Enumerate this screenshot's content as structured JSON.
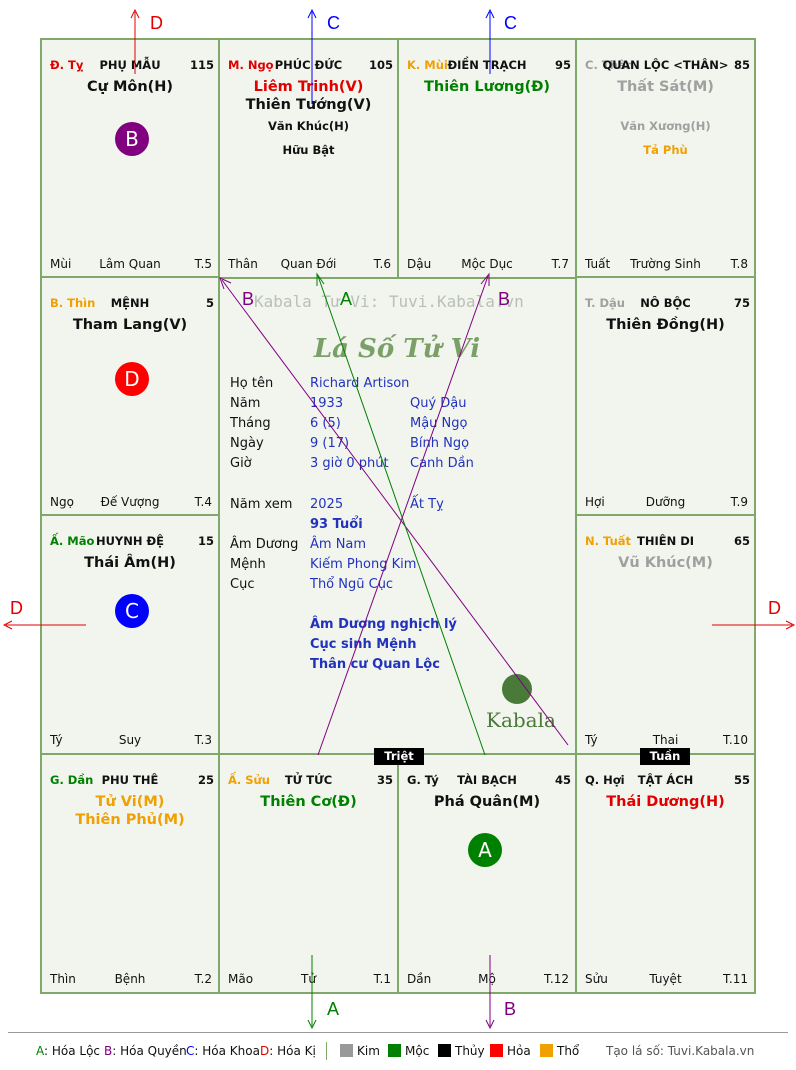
{
  "cells": {
    "ty": {
      "can": "Đ. Tỵ",
      "can_color": "#e00000",
      "name": "PHỤ MẪU",
      "num": "115",
      "stars": [
        {
          "t": "Cự Môn(H)",
          "c": "#111111"
        }
      ],
      "minor": [],
      "bl": "Mùi",
      "bc": "Lâm Quan",
      "br": "T.5",
      "badge": {
        "t": "B",
        "c": "#800080"
      }
    },
    "ngo": {
      "can": "M. Ngọ",
      "can_color": "#e00000",
      "name": "PHÚC ĐỨC",
      "num": "105",
      "stars": [
        {
          "t": "Liêm Trinh(V)",
          "c": "#e00000"
        },
        {
          "t": "Thiên Tướng(V)",
          "c": "#111111"
        }
      ],
      "minor": [
        {
          "t": "Văn Khúc(H)",
          "c": "#111111"
        },
        {
          "t": "Hữu Bật",
          "c": "#111111"
        }
      ],
      "bl": "Thân",
      "bc": "Quan Đới",
      "br": "T.6"
    },
    "mui": {
      "can": "K. Mùi",
      "can_color": "#f0a000",
      "name": "ĐIỀN TRẠCH",
      "num": "95",
      "stars": [
        {
          "t": "Thiên Lương(Đ)",
          "c": "#008000"
        }
      ],
      "minor": [],
      "bl": "Dậu",
      "bc": "Mộc Dục",
      "br": "T.7"
    },
    "than": {
      "can": "C. Thân",
      "can_color": "#a0a0a0",
      "name": "QUAN LỘC <THÂN>",
      "num": "85",
      "stars": [
        {
          "t": "Thất Sát(M)",
          "c": "#a0a0a0"
        }
      ],
      "minor": [
        {
          "t": "Văn Xương(H)",
          "c": "#a0a0a0"
        },
        {
          "t": "Tả Phù",
          "c": "#f0a000"
        }
      ],
      "bl": "Tuất",
      "bc": "Trường Sinh",
      "br": "T.8"
    },
    "thin": {
      "can": "B. Thìn",
      "can_color": "#f0a000",
      "name": "MỆNH",
      "num": "5",
      "stars": [
        {
          "t": "Tham Lang(V)",
          "c": "#111111"
        }
      ],
      "minor": [],
      "bl": "Ngọ",
      "bc": "Đế Vượng",
      "br": "T.4",
      "badge": {
        "t": "D",
        "c": "#ff0000"
      }
    },
    "dau": {
      "can": "T. Dậu",
      "can_color": "#a0a0a0",
      "name": "NÔ BỘC",
      "num": "75",
      "stars": [
        {
          "t": "Thiên Đồng(H)",
          "c": "#111111"
        }
      ],
      "minor": [],
      "bl": "Hợi",
      "bc": "Dưỡng",
      "br": "T.9"
    },
    "mao": {
      "can": "Ấ. Mão",
      "can_color": "#008000",
      "name": "HUYNH ĐỆ",
      "num": "15",
      "stars": [
        {
          "t": "Thái Âm(H)",
          "c": "#111111"
        }
      ],
      "minor": [],
      "bl": "Tý",
      "bc": "Suy",
      "br": "T.3",
      "badge": {
        "t": "C",
        "c": "#0000ff"
      }
    },
    "tuat": {
      "can": "N. Tuất",
      "can_color": "#f0a000",
      "name": "THIÊN DI",
      "num": "65",
      "stars": [
        {
          "t": "Vũ Khúc(M)",
          "c": "#a0a0a0"
        }
      ],
      "minor": [],
      "bl": "Tý",
      "bc": "Thai",
      "br": "T.10"
    },
    "dan": {
      "can": "G. Dần",
      "can_color": "#008000",
      "name": "PHU THÊ",
      "num": "25",
      "stars": [
        {
          "t": "Tử Vi(M)",
          "c": "#f0a000"
        },
        {
          "t": "Thiên Phủ(M)",
          "c": "#f0a000"
        }
      ],
      "minor": [],
      "bl": "Thìn",
      "bc": "Bệnh",
      "br": "T.2"
    },
    "suu": {
      "can": "Ấ. Sửu",
      "can_color": "#f0a000",
      "name": "TỬ TỨC",
      "num": "35",
      "stars": [
        {
          "t": "Thiên Cơ(Đ)",
          "c": "#008000"
        }
      ],
      "minor": [],
      "bl": "Mão",
      "bc": "Tử",
      "br": "T.1"
    },
    "tyR": {
      "can": "G. Tý",
      "can_color": "#111111",
      "name": "TÀI BẠCH",
      "num": "45",
      "stars": [
        {
          "t": "Phá Quân(M)",
          "c": "#111111"
        }
      ],
      "minor": [],
      "bl": "Dần",
      "bc": "Mộ",
      "br": "T.12",
      "badge": {
        "t": "A",
        "c": "#008000"
      }
    },
    "hoi": {
      "can": "Q. Hợi",
      "can_color": "#111111",
      "name": "TẬT ÁCH",
      "num": "55",
      "stars": [
        {
          "t": "Thái Dương(H)",
          "c": "#e00000"
        }
      ],
      "minor": [],
      "bl": "Sửu",
      "bc": "Tuyệt",
      "br": "T.11"
    }
  },
  "center": {
    "watermark": "Kabala Tử Vi: Tuvi.Kabala.vn",
    "title": "Lá Số Tử Vi",
    "rows": [
      {
        "l": "Họ tên",
        "v": "Richard Artison",
        "v2": ""
      },
      {
        "l": "Năm",
        "v": "1933",
        "v2": "Quý Dậu"
      },
      {
        "l": "Tháng",
        "v": "6  (5)",
        "v2": "Mậu Ngọ"
      },
      {
        "l": "Ngày",
        "v": "9  (17)",
        "v2": "Bính Ngọ"
      },
      {
        "l": "Giờ",
        "v": "3 giờ 0 phút",
        "v2": "Canh Dần"
      }
    ],
    "rows2": [
      {
        "l": "Năm xem",
        "v": "2025",
        "v2": "Ất Tỵ"
      },
      {
        "l": "",
        "v": "93 Tuổi",
        "v2": ""
      },
      {
        "l": "Âm Dương",
        "v": "Âm Nam",
        "v2": ""
      },
      {
        "l": "Mệnh",
        "v": "Kiếm Phong Kim",
        "v2": ""
      },
      {
        "l": "Cục",
        "v": "Thổ Ngũ Cục",
        "v2": ""
      }
    ],
    "notes": [
      "Âm Dương nghịch lý",
      "Cục sinh Mệnh",
      "Thân cư Quan Lộc"
    ],
    "logo": "Kabala"
  },
  "tags": {
    "triet": "Triệt",
    "tuan": "Tuần"
  },
  "arrows": {
    "top1": "D",
    "top2": "C",
    "top3": "C",
    "left": "D",
    "right": "D",
    "bottom1": "A",
    "bottom2": "B",
    "in_b1": "B",
    "in_a": "A",
    "in_b2": "B"
  },
  "legend": {
    "items": [
      {
        "k": "A",
        "t": ": Hóa Lộc",
        "c": "#008000"
      },
      {
        "k": "B",
        "t": ": Hóa Quyền",
        "c": "#800080"
      },
      {
        "k": "C",
        "t": ": Hóa Khoa",
        "c": "#0000ff"
      },
      {
        "k": "D",
        "t": ": Hóa Kị",
        "c": "#e00000"
      }
    ],
    "elements": [
      {
        "t": "Kim",
        "c": "#999999"
      },
      {
        "t": "Mộc",
        "c": "#008000"
      },
      {
        "t": "Thủy",
        "c": "#000000"
      },
      {
        "t": "Hỏa",
        "c": "#ff0000"
      },
      {
        "t": "Thổ",
        "c": "#f0a000"
      }
    ],
    "credit": "Tạo lá số: Tuvi.Kabala.vn"
  }
}
